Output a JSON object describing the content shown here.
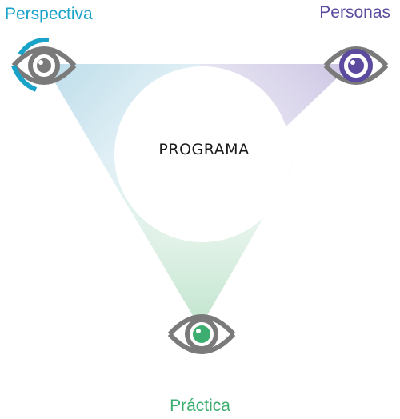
{
  "center": {
    "label": "PROGRAMA"
  },
  "nodes": [
    {
      "id": "perspectiva",
      "label": "Perspectiva",
      "color": "#1aa3c9",
      "icon": "eye-icon"
    },
    {
      "id": "personas",
      "label": "Personas",
      "color": "#5b4a9e",
      "icon": "eye-icon"
    },
    {
      "id": "practica",
      "label": "Práctica",
      "color": "#3dae6f",
      "icon": "eye-icon"
    }
  ],
  "colors": {
    "left_gradient": "#b9dbe9",
    "right_gradient": "#c9c2e2",
    "bottom_gradient": "#b7e0c6",
    "eye_gray": "#7a7a7a",
    "text_dark": "#1a1a1a"
  }
}
